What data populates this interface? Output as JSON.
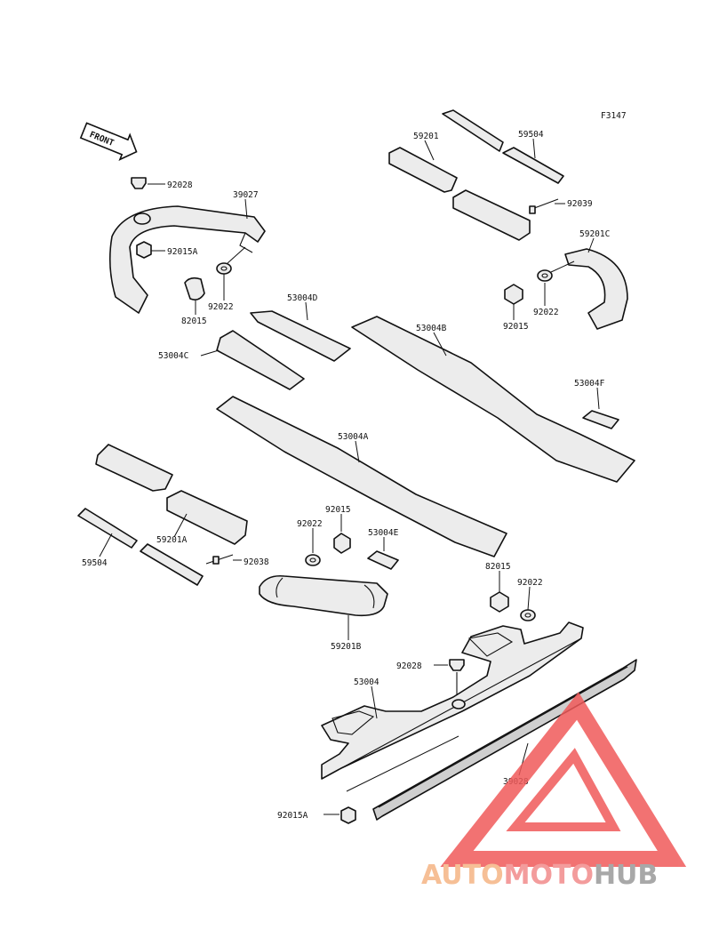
{
  "figure_code": "F3147",
  "direction_label": "FRONT",
  "labels": {
    "p59201": "59201",
    "p59504": "59504",
    "p92039": "92039",
    "p59201C": "59201C",
    "p92022_r": "92022",
    "p92015_r": "92015",
    "p92028_tl": "92028",
    "p39027": "39027",
    "p92015A_t": "92015A",
    "p92022_l": "92022",
    "p82015_l": "82015",
    "p53004D": "53004D",
    "p53004C": "53004C",
    "p53004B": "53004B",
    "p53004F": "53004F",
    "p53004A": "53004A",
    "p59201A": "59201A",
    "p59504_l": "59504",
    "p92038": "92038",
    "p92015_m": "92015",
    "p92022_m": "92022",
    "p53004E": "53004E",
    "p59201B": "59201B",
    "p82015_r": "82015",
    "p92022_b": "92022",
    "p92028_b": "92028",
    "p53004": "53004",
    "p39028": "39028",
    "p92015A_b": "92015A"
  },
  "watermark": {
    "part1": "AUTO",
    "part2": "MOTO",
    "part3": "HUB",
    "color1": "#f5b584",
    "color2": "#f28b8b",
    "color3": "#9a9a9a",
    "triangle_color": "#f05a5a"
  }
}
